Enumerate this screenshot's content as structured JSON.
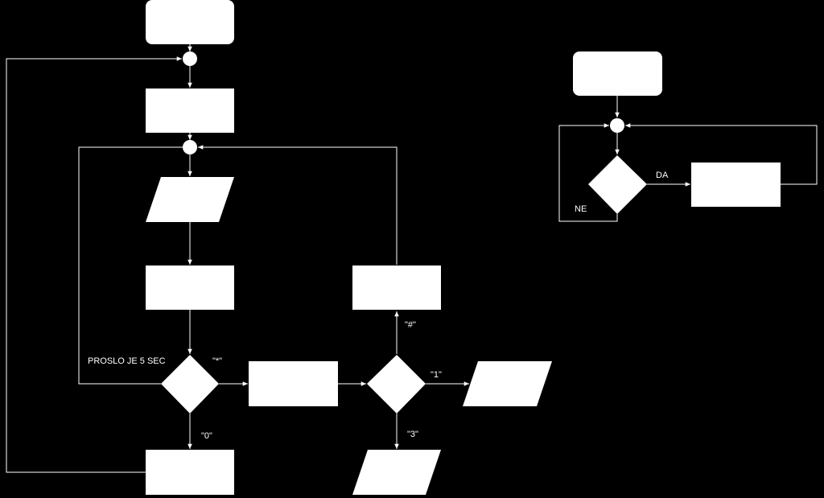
{
  "diagram": {
    "background_color": "#000000",
    "node_color": "#ffffff",
    "edge_color": "#ffffff",
    "labels": {
      "timeout": "PROSLO JE 5 SEC",
      "star": "\"*\"",
      "zero": "\"0\"",
      "hash": "\"#\"",
      "one": "\"1\"",
      "three": "\"3\"",
      "da": "DA",
      "ne": "NE"
    }
  }
}
